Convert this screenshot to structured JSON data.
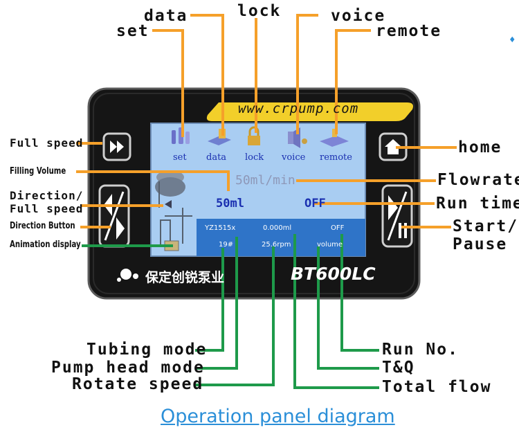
{
  "device": {
    "website": "www.crpump.com",
    "brand": "保定创锐泵业",
    "model": "BT600LC"
  },
  "screen": {
    "icons": [
      {
        "label": "set",
        "icon": "wrench-icon"
      },
      {
        "label": "data",
        "icon": "data-icon"
      },
      {
        "label": "lock",
        "icon": "padlock-icon"
      },
      {
        "label": "voice",
        "icon": "speaker-icon"
      },
      {
        "label": "remote",
        "icon": "remote-icon"
      }
    ],
    "flowrate": "50ml/min",
    "volume": "50ml",
    "runtime": "OFF",
    "status_top": [
      "YZ1515x",
      "0.000ml",
      "OFF"
    ],
    "status_bottom": [
      "19#",
      "25.6rpm",
      "volume"
    ]
  },
  "callouts": {
    "set": "set",
    "data": "data",
    "lock": "lock",
    "voice": "voice",
    "remote": "remote",
    "full_speed": "Full speed",
    "filling_volume": "Filling Volume",
    "direction_full_speed_1": "Direction/",
    "direction_full_speed_2": "Full speed",
    "direction_button": "Direction Button",
    "animation_display": "Animation display",
    "home": "home",
    "flowrate": "Flowrate",
    "run_time": "Run time",
    "start_pause_1": "Start/",
    "start_pause_2": "Pause",
    "tubing_mode": "Tubing mode",
    "pump_head_mode": "Pump head mode",
    "rotate_speed": "Rotate speed",
    "run_no": "Run No.",
    "tq": "T&Q",
    "total_flow": "Total flow"
  },
  "caption": "Operation panel diagram",
  "colors": {
    "orange_leader": "#f5a02a",
    "green_leader": "#1e9a4a",
    "screen_bg": "#a9cdf2",
    "status_bar": "#2f74c8",
    "panel": "#141414",
    "banner": "#f2cf2a",
    "caption": "#2b8fd8"
  }
}
